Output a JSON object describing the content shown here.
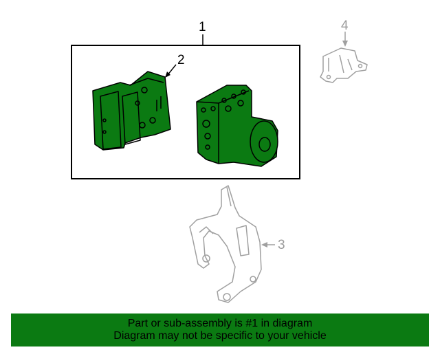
{
  "diagram": {
    "callouts": [
      {
        "label": "1",
        "color": "#000000"
      },
      {
        "label": "2",
        "color": "#000000"
      },
      {
        "label": "3",
        "color": "#9a9a9a"
      },
      {
        "label": "4",
        "color": "#9a9a9a"
      }
    ],
    "colors": {
      "highlight_fill": "#0b7a12",
      "line_dark": "#000000",
      "line_gray": "#a0a0a0"
    }
  },
  "banner": {
    "line1": "Part or sub-assembly is #1 in diagram",
    "line2": "Diagram may not be specific to your vehicle",
    "background": "#0b7a12"
  }
}
